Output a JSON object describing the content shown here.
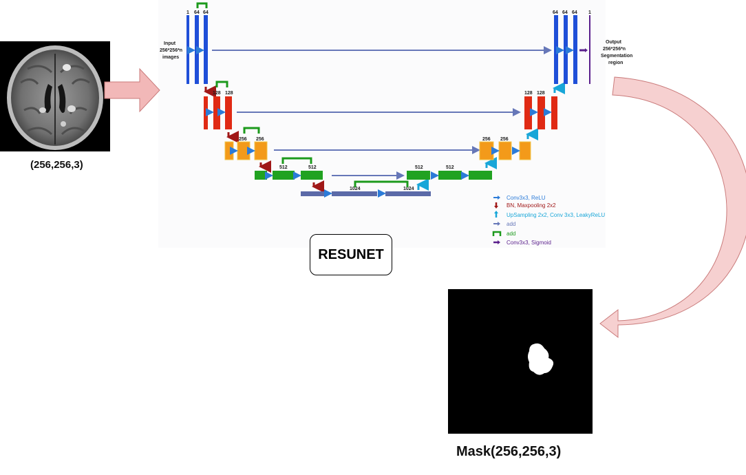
{
  "input": {
    "caption": "(256,256,3)"
  },
  "output": {
    "caption": "Mask(256,256,3)"
  },
  "model": {
    "name": "RESUNET"
  },
  "network": {
    "input_label": [
      "Input",
      "256*256*n",
      "images"
    ],
    "output_label": [
      "Output",
      "256*256*n",
      "Segmentation",
      "region"
    ],
    "encoder_channels": {
      "level1": [
        "1",
        "64",
        "64"
      ],
      "level2": [
        "128",
        "128"
      ],
      "level3": [
        "256",
        "256"
      ],
      "level4": [
        "512",
        "512"
      ],
      "bridge": [
        "1024",
        "1024"
      ]
    },
    "decoder_channels": {
      "level4": [
        "512",
        "512"
      ],
      "level3": [
        "256",
        "256"
      ],
      "level2": [
        "128",
        "128"
      ],
      "level1": [
        "64",
        "64",
        "64",
        "1"
      ]
    },
    "colors": {
      "level1": "#1f4fd8",
      "level2": "#e02a14",
      "level3": "#f39a1a",
      "level4": "#21a221",
      "bridge": "#5b6aa8",
      "output": "#5a1f8c",
      "skip": "#6677b8",
      "residual": "#1c9a1c",
      "flow_arrow": "#f2b8b8"
    }
  },
  "legend": [
    {
      "icon": "conv-arrow-icon",
      "text": "Conv3x3, ReLU",
      "color": "#2b7bd8"
    },
    {
      "icon": "down-arrow-icon",
      "text": "BN, Maxpooling 2x2",
      "color": "#a01818"
    },
    {
      "icon": "up-arrow-icon",
      "text": "UpSampling 2x2, Conv 3x3, LeakyReLU",
      "color": "#18a6d8"
    },
    {
      "icon": "skip-arrow-icon",
      "text": "add",
      "color": "#6677b8"
    },
    {
      "icon": "residual-icon",
      "text": "add",
      "color": "#1c9a1c"
    },
    {
      "icon": "output-arrow-icon",
      "text": "Conv3x3, Sigmoid",
      "color": "#5a1f8c"
    }
  ]
}
